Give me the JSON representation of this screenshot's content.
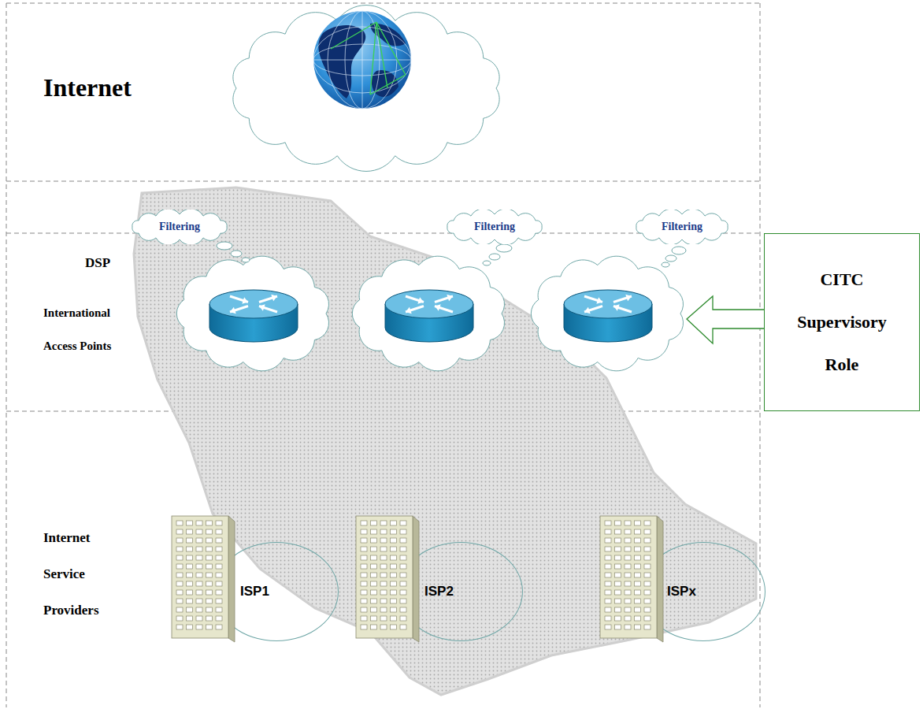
{
  "diagram": {
    "nodes": [
      {
        "text": [
          "Filtering"
        ]
      },
      {
        "text": [
          "Filtering"
        ]
      },
      {
        "text": [
          "Filtering"
        ]
      },
      {
        "text": [
          "CITC Supervisory Role"
        ]
      },
      {
        "text": [
          "ISP1"
        ]
      },
      {
        "text": [
          "ISP2"
        ]
      },
      {
        "text": [
          "ISPx"
        ]
      }
    ],
    "labels": [
      "Internet",
      "DSP",
      "International Access Points",
      "Internet Service Providers"
    ]
  }
}
